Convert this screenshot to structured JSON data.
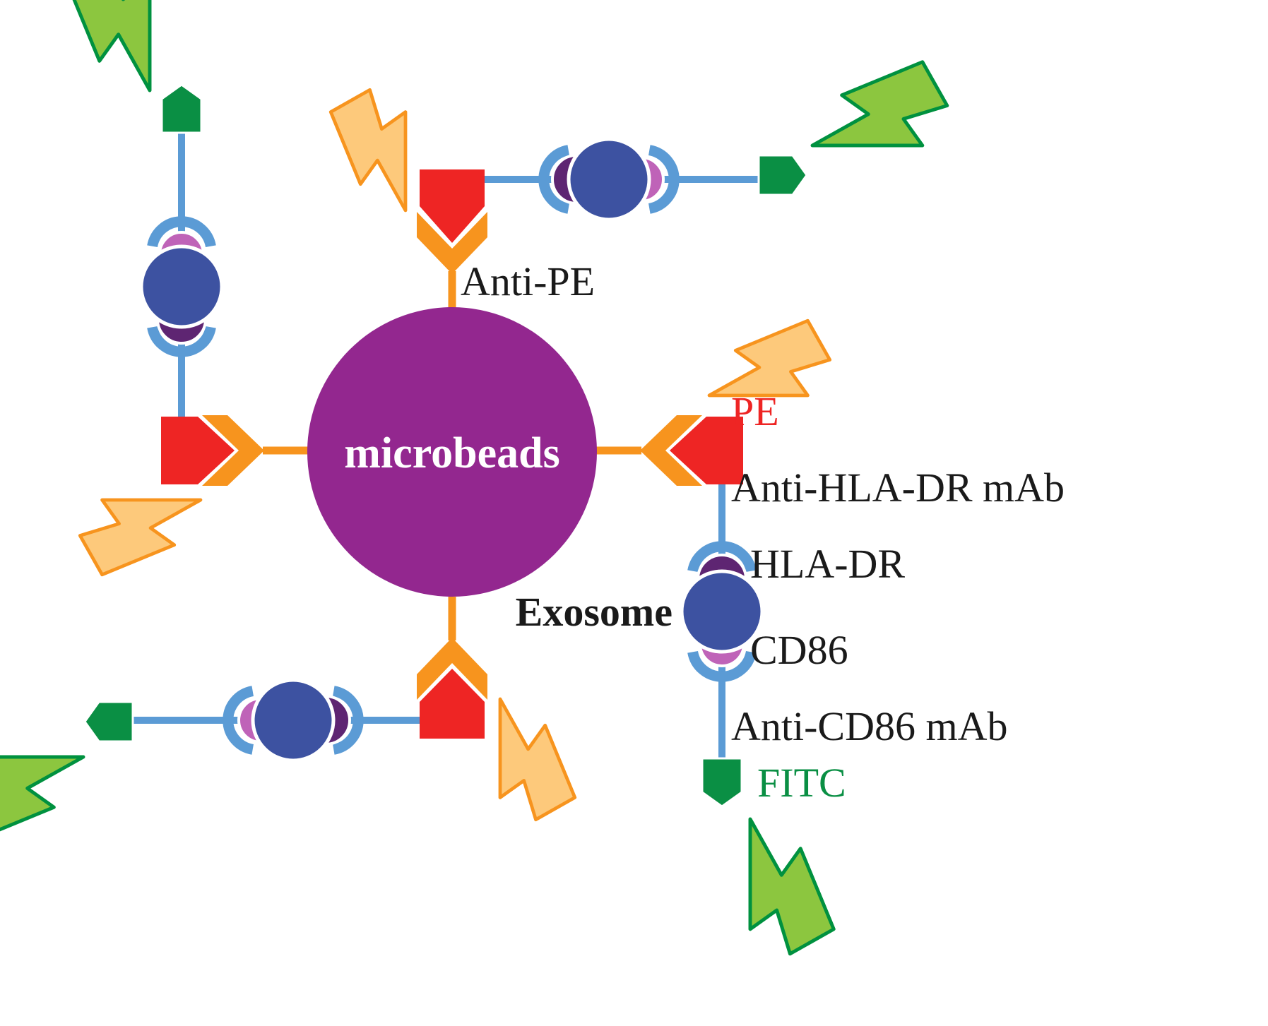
{
  "diagram": {
    "center_label": "microbeads",
    "labels": {
      "anti_pe": "Anti-PE",
      "pe": "PE",
      "anti_hla_dr": "Anti-HLA-DR mAb",
      "hla_dr": "HLA-DR",
      "exosome": "Exosome",
      "cd86": "CD86",
      "anti_cd86": "Anti-CD86 mAb",
      "fitc": "FITC"
    },
    "colors": {
      "microbead": "#93278F",
      "anti_pe_chevron": "#F7941E",
      "pe_chevron": "#EE2524",
      "antibody_line": "#5B9BD5",
      "exosome_body": "#3D52A1",
      "hla_dr_protein": "#5E2572",
      "cd86_protein": "#BF63B8",
      "fitc_pentagon": "#0A8F44",
      "fitc_flash": "#8CC63F",
      "pe_flash": "#FDC97B",
      "pe_label": "#EE2524",
      "fitc_label": "#0A8F44"
    }
  }
}
